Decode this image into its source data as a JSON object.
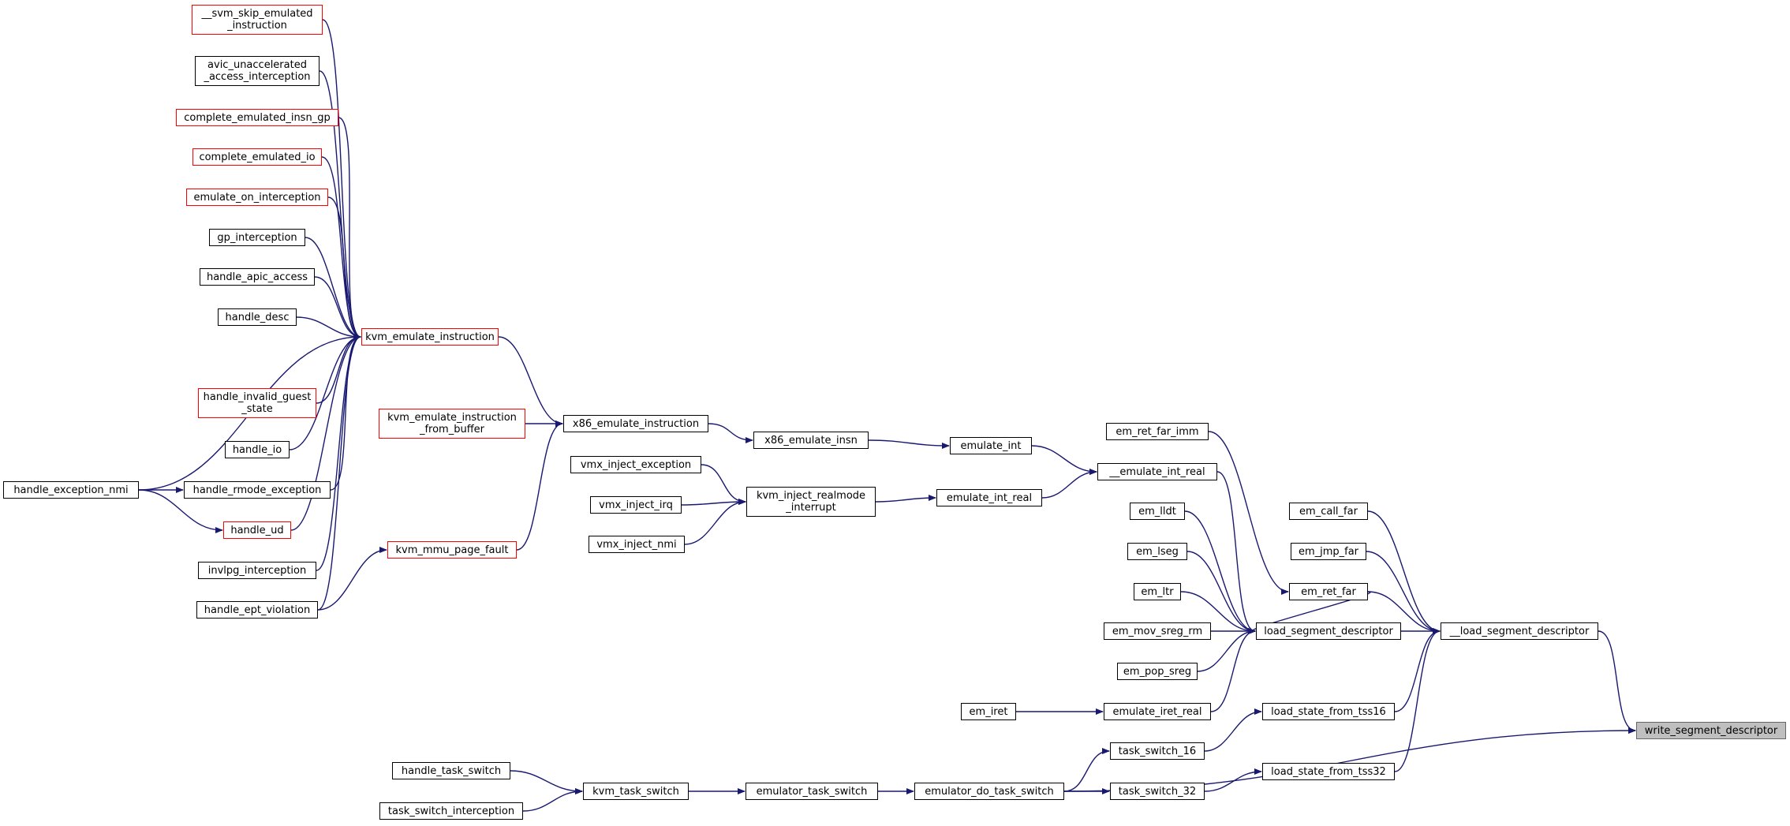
{
  "colors": {
    "edge": "#191970",
    "border": "#000000",
    "truncated_border": "#ff0000",
    "root_fill": "#bfbfbf"
  },
  "root": "write_segment_descriptor",
  "nodes": {
    "svm_skip": "__svm_skip_emulated\n_instruction",
    "avic": "avic_unaccelerated\n_access_interception",
    "complete_gp": "complete_emulated_insn_gp",
    "complete_io": "complete_emulated_io",
    "emulate_on": "emulate_on_interception",
    "gp_int": "gp_interception",
    "apic": "handle_apic_access",
    "desc": "handle_desc",
    "kvm_emul": "kvm_emulate_instruction",
    "invalid_guest": "handle_invalid_guest\n_state",
    "kvm_emul_buf": "kvm_emulate_instruction\n_from_buffer",
    "hio": "handle_io",
    "exc_nmi": "handle_exception_nmi",
    "rmode_exc": "handle_rmode_exception",
    "hud": "handle_ud",
    "invlpg": "invlpg_interception",
    "ept": "handle_ept_violation",
    "mmu_fault": "kvm_mmu_page_fault",
    "x86_emul": "x86_emulate_instruction",
    "x86_insn": "x86_emulate_insn",
    "emul_int": "emulate_int",
    "vmx_exc": "vmx_inject_exception",
    "vmx_irq": "vmx_inject_irq",
    "vmx_nmi": "vmx_inject_nmi",
    "realmode": "kvm_inject_realmode\n_interrupt",
    "emul_int_real": "emulate_int_real",
    "u_emul_int_real": "__emulate_int_real",
    "ret_far_imm": "em_ret_far_imm",
    "lldt": "em_lldt",
    "lseg": "em_lseg",
    "ltr": "em_ltr",
    "mov_sreg": "em_mov_sreg_rm",
    "pop_sreg": "em_pop_sreg",
    "iret": "em_iret",
    "iret_real": "emulate_iret_real",
    "call_far": "em_call_far",
    "jmp_far": "em_jmp_far",
    "ret_far": "em_ret_far",
    "lsd": "load_segment_descriptor",
    "u_lsd": "__load_segment_descriptor",
    "tss16": "load_state_from_tss16",
    "tss32": "load_state_from_tss32",
    "ts16": "task_switch_16",
    "ts32": "task_switch_32",
    "task_switch": "handle_task_switch",
    "ts_int": "task_switch_interception",
    "kvm_ts": "kvm_task_switch",
    "emu_ts": "emulator_task_switch",
    "do_ts": "emulator_do_task_switch",
    "wsd": "write_segment_descriptor"
  },
  "edges": [
    [
      "svm_skip",
      "kvm_emul"
    ],
    [
      "avic",
      "kvm_emul"
    ],
    [
      "complete_gp",
      "kvm_emul"
    ],
    [
      "complete_io",
      "kvm_emul"
    ],
    [
      "emulate_on",
      "kvm_emul"
    ],
    [
      "gp_int",
      "kvm_emul"
    ],
    [
      "apic",
      "kvm_emul"
    ],
    [
      "desc",
      "kvm_emul"
    ],
    [
      "exc_nmi",
      "kvm_emul"
    ],
    [
      "invalid_guest",
      "kvm_emul"
    ],
    [
      "hio",
      "kvm_emul"
    ],
    [
      "rmode_exc",
      "kvm_emul"
    ],
    [
      "hud",
      "kvm_emul"
    ],
    [
      "invlpg",
      "kvm_emul"
    ],
    [
      "ept",
      "kvm_emul"
    ],
    [
      "exc_nmi",
      "rmode_exc"
    ],
    [
      "exc_nmi",
      "hud"
    ],
    [
      "ept",
      "mmu_fault"
    ],
    [
      "kvm_emul",
      "x86_emul"
    ],
    [
      "kvm_emul_buf",
      "x86_emul"
    ],
    [
      "mmu_fault",
      "x86_emul"
    ],
    [
      "x86_emul",
      "x86_insn"
    ],
    [
      "x86_insn",
      "emul_int"
    ],
    [
      "emul_int",
      "u_emul_int_real"
    ],
    [
      "vmx_exc",
      "realmode"
    ],
    [
      "vmx_irq",
      "realmode"
    ],
    [
      "vmx_nmi",
      "realmode"
    ],
    [
      "realmode",
      "emul_int_real"
    ],
    [
      "emul_int_real",
      "u_emul_int_real"
    ],
    [
      "u_emul_int_real",
      "lsd"
    ],
    [
      "ret_far_imm",
      "ret_far"
    ],
    [
      "lldt",
      "lsd"
    ],
    [
      "lseg",
      "lsd"
    ],
    [
      "ltr",
      "lsd"
    ],
    [
      "mov_sreg",
      "lsd"
    ],
    [
      "pop_sreg",
      "lsd"
    ],
    [
      "iret",
      "iret_real"
    ],
    [
      "iret_real",
      "lsd"
    ],
    [
      "ret_far",
      "lsd"
    ],
    [
      "lsd",
      "u_lsd"
    ],
    [
      "call_far",
      "u_lsd"
    ],
    [
      "jmp_far",
      "u_lsd"
    ],
    [
      "ret_far",
      "u_lsd"
    ],
    [
      "tss16",
      "u_lsd"
    ],
    [
      "tss32",
      "u_lsd"
    ],
    [
      "u_lsd",
      "wsd"
    ],
    [
      "ts16",
      "tss16"
    ],
    [
      "ts32",
      "tss32"
    ],
    [
      "do_ts",
      "ts16"
    ],
    [
      "do_ts",
      "ts32"
    ],
    [
      "do_ts",
      "wsd"
    ],
    [
      "task_switch",
      "kvm_ts"
    ],
    [
      "ts_int",
      "kvm_ts"
    ],
    [
      "kvm_ts",
      "emu_ts"
    ],
    [
      "emu_ts",
      "do_ts"
    ]
  ]
}
